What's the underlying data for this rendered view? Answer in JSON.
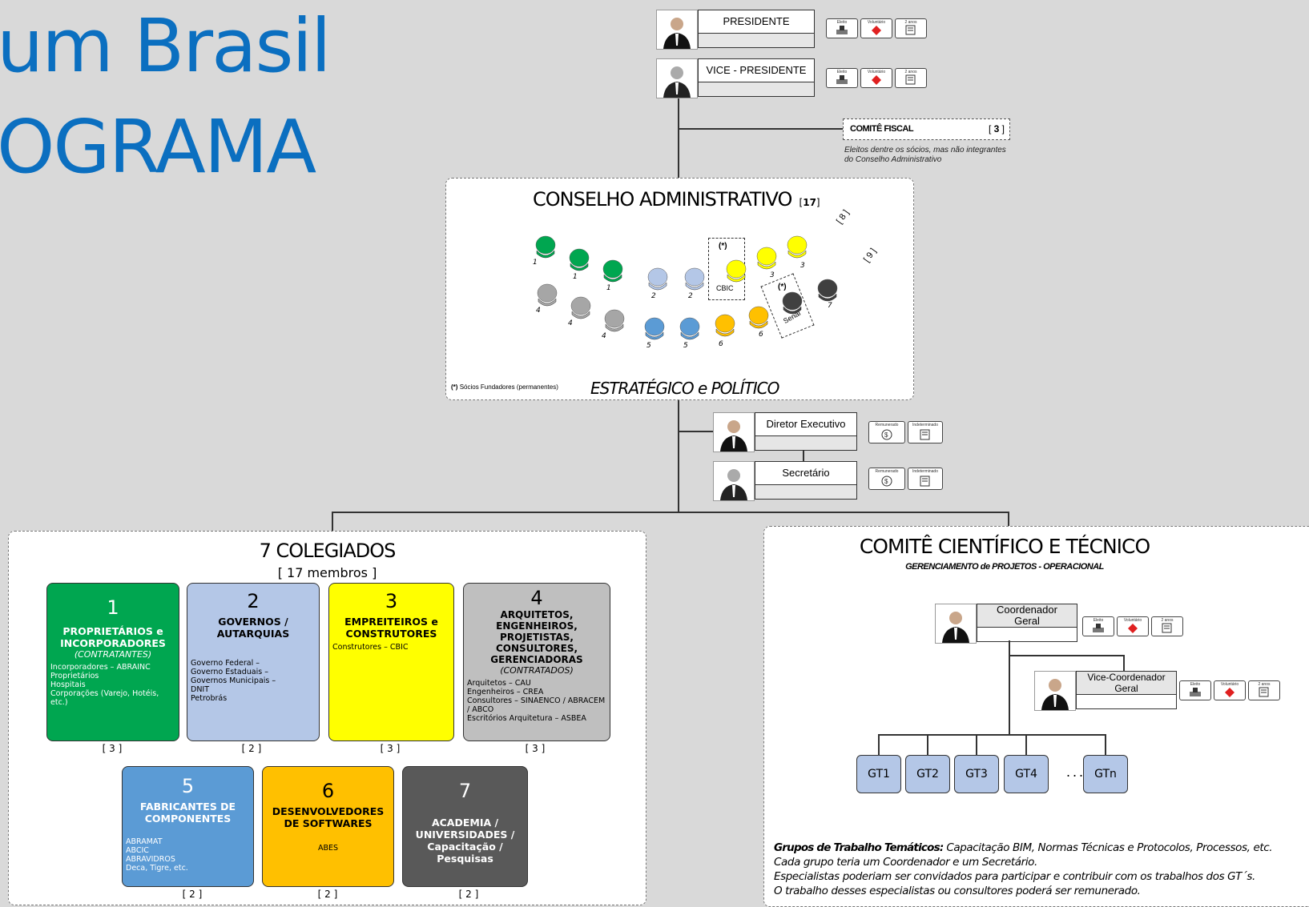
{
  "title": {
    "line1": "um Brasil",
    "line2": "OGRAMA"
  },
  "icon_labels": {
    "eleito": "Eleito",
    "voluntario": "Voluntário",
    "dois_anos": "2 anos",
    "remunerado": "Remunerado",
    "indeterminado": "Indeterminado"
  },
  "top": {
    "presidente": "PRESIDENTE",
    "vice": "VICE - PRESIDENTE",
    "comite_fiscal": {
      "label": "COMITÊ FISCAL",
      "count_open": "[",
      "count": "3",
      "count_close": "]",
      "note": "Eleitos dentre os sócios, mas não integrantes do Conselho Administrativo"
    }
  },
  "conselho": {
    "title": "CONSELHO ADMINISTRATIVO",
    "count_open": "[",
    "count": "17",
    "count_close": "]",
    "bracket_8": "[ 8 ]",
    "bracket_9": "[ 9 ]",
    "founder_mark": "(*)",
    "cbic": "CBIC",
    "senai": "Senai",
    "footnote_mark": "(*)",
    "footnote": "Sócios Fundadores (permanentes)",
    "subtitle": "ESTRATÉGICO e POLÍTICO",
    "seat_labels": [
      "1",
      "1",
      "1",
      "2",
      "2",
      "3",
      "3",
      "4",
      "4",
      "4",
      "5",
      "5",
      "6",
      "6",
      "7"
    ]
  },
  "executivo": {
    "diretor": "Diretor Executivo",
    "secretario": "Secretário"
  },
  "colegiados": {
    "title": "7 COLEGIADOS",
    "members": "[ 17 membros ]",
    "boxes": [
      {
        "num": "1",
        "head": "PROPRIETÁRIOS e INCORPORADORES",
        "sub": "(CONTRATANTES)",
        "items": "Incorporadores – ABRAINC\nProprietários\nHospitais\nCorporações (Varejo, Hotéis, etc.)",
        "count": "[ 3 ]",
        "color": "#00a650"
      },
      {
        "num": "2",
        "head": "GOVERNOS / AUTARQUIAS",
        "sub": "",
        "items": "Governo Federal –\nGoverno Estaduais –\nGovernos Municipais –\nDNIT\nPetrobrás",
        "count": "[ 2 ]",
        "color": "#b4c7e7"
      },
      {
        "num": "3",
        "head": "EMPREITEIROS e CONSTRUTORES",
        "sub": "",
        "items": "Construtores – CBIC",
        "count": "[ 3 ]",
        "color": "#ffff00"
      },
      {
        "num": "4",
        "head": "ARQUITETOS, ENGENHEIROS, PROJETISTAS, CONSULTORES, GERENCIADORAS",
        "sub": "(CONTRATADOS)",
        "items": "Arquitetos – CAU\nEngenheiros – CREA\nConsultores – SINAENCO / ABRACEM / ABCO\nEscritórios Arquitetura – ASBEA",
        "count": "[ 3 ]",
        "color": "#bfbfbf"
      },
      {
        "num": "5",
        "head": "FABRICANTES DE COMPONENTES",
        "sub": "",
        "items": "ABRAMAT\nABCIC\nABRAVIDROS\nDeca, Tigre, etc.",
        "count": "[ 2 ]",
        "color": "#5b9bd5"
      },
      {
        "num": "6",
        "head": "DESENVOLVEDORES DE SOFTWARES",
        "sub": "",
        "items": "ABES",
        "count": "[ 2 ]",
        "color": "#ffc000"
      },
      {
        "num": "7",
        "head": "ACADEMIA / UNIVERSIDADES / Capacitação / Pesquisas",
        "sub": "",
        "items": "",
        "count": "[ 2 ]",
        "color": "#595959"
      }
    ]
  },
  "comite": {
    "title": "COMITÊ CIENTÍFICO E TÉCNICO",
    "subtitle": "GERENCIAMENTO de PROJETOS - OPERACIONAL",
    "coordenador": "Coordenador Geral",
    "vice": "Vice-Coordenador Geral",
    "gts": [
      "GT1",
      "GT2",
      "GT3",
      "GT4",
      "GTn"
    ],
    "ellipsis": "...",
    "note_label": "Grupos de Trabalho Temáticos:",
    "note_line1": "Capacitação BIM, Normas Técnicas e Protocolos, Processos, etc.",
    "note_line2": "Cada grupo teria um Coordenador e um Secretário.",
    "note_line3": "Especialistas poderiam ser convidados para participar e contribuir com os trabalhos dos GT´s.",
    "note_line4": "O trabalho desses especialistas ou consultores poderá ser remunerado."
  }
}
